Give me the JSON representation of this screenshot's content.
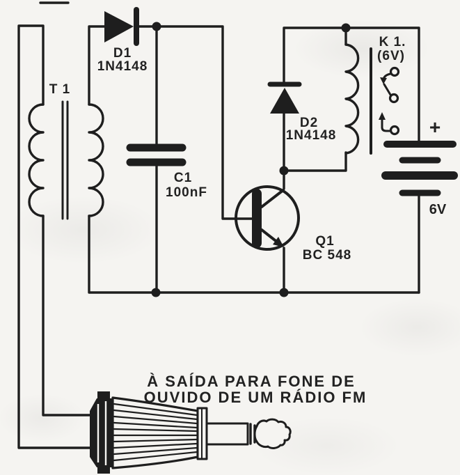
{
  "schematic": {
    "components": {
      "t1": {
        "ref": "T 1"
      },
      "d1": {
        "ref": "D1",
        "value": "1N4148"
      },
      "c1": {
        "ref": "C1",
        "value": "100nF"
      },
      "d2": {
        "ref": "D2",
        "value": "1N4148"
      },
      "q1": {
        "ref": "Q1",
        "value": "BC 548"
      },
      "k1": {
        "ref": "K 1.",
        "value": "(6V)"
      },
      "battery": {
        "polarity": "+",
        "value": "6V"
      }
    },
    "caption": {
      "line1": "À SAÍDA PARA FONE DE",
      "line2": "OUVIDO DE UM RÁDIO FM"
    },
    "colors": {
      "ink": "#1e1e1e",
      "paper": "#f5f4f1"
    }
  }
}
